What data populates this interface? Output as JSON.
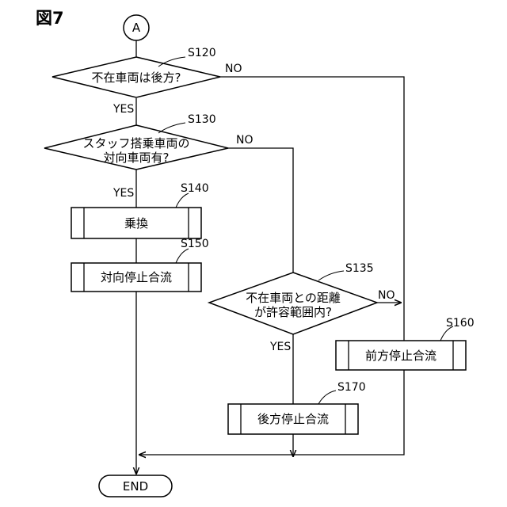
{
  "figure_label": "図7",
  "connector_label": "A",
  "end_label": "END",
  "steps": {
    "s120": {
      "id": "S120",
      "text": "不在車両は後方?"
    },
    "s130": {
      "id": "S130",
      "line1": "スタッフ搭乗車両の",
      "line2": "対向車両有?"
    },
    "s135": {
      "id": "S135",
      "line1": "不在車両との距離",
      "line2": "が許容範囲内?"
    },
    "s140": {
      "id": "S140",
      "text": "乗換"
    },
    "s150": {
      "id": "S150",
      "text": "対向停止合流"
    },
    "s160": {
      "id": "S160",
      "text": "前方停止合流"
    },
    "s170": {
      "id": "S170",
      "text": "後方停止合流"
    }
  },
  "branches": {
    "s120_yes": "YES",
    "s120_no": "NO",
    "s130_yes": "YES",
    "s130_no": "NO",
    "s135_yes": "YES",
    "s135_no": "NO"
  }
}
